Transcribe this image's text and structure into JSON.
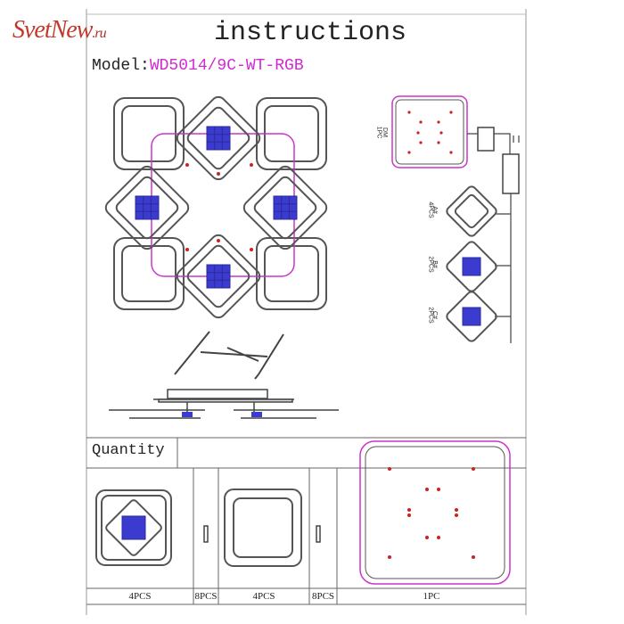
{
  "header": {
    "logo_text": "SvetNew",
    "logo_suffix": ".ru",
    "title": "instructions",
    "model_label": "Model:",
    "model_value": "WD5014/9C-WT-RGB"
  },
  "parts": {
    "dm_label_1": "1PC",
    "dm_label_2": "DM",
    "a_label_1": "4PCS",
    "a_label_2": "A#",
    "b_label_1": "2PCS",
    "b_label_2": "B#",
    "c_label_1": "2PCS",
    "c_label_2": "C#"
  },
  "quantity": {
    "label": "Quantity",
    "counts": [
      "4PCS",
      "8PCS",
      "4PCS",
      "8PCS",
      "1PC"
    ]
  },
  "colors": {
    "frame": "#555555",
    "accent": "#cc33cc",
    "led": "#3333cc",
    "dot": "#cc2222"
  }
}
